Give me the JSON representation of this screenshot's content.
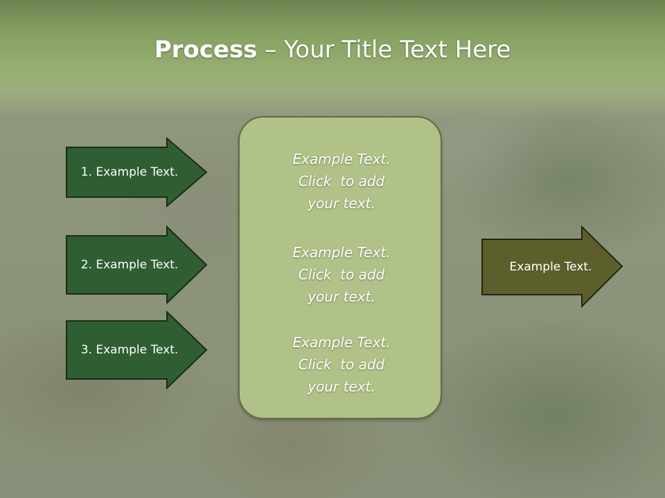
{
  "slide": {
    "title_bold": "Process",
    "title_rest": " – Your Title Text Here"
  },
  "steps": [
    {
      "label": "1. Example Text."
    },
    {
      "label": "2. Example Text."
    },
    {
      "label": "3. Example Text."
    }
  ],
  "center_blocks": [
    {
      "line1": "Example Text.",
      "line2": "Click  to add",
      "line3": "your text."
    },
    {
      "line1": "Example Text.",
      "line2": "Click  to add",
      "line3": "your text."
    },
    {
      "line1": "Example Text.",
      "line2": "Click  to add",
      "line3": "your text."
    }
  ],
  "output": {
    "label": "Example Text."
  },
  "colors": {
    "step_arrow_fill": "#2f5e33",
    "output_arrow_fill": "#5c5f2c",
    "center_box_fill": "#b1c288",
    "title_band": "#86a162"
  }
}
